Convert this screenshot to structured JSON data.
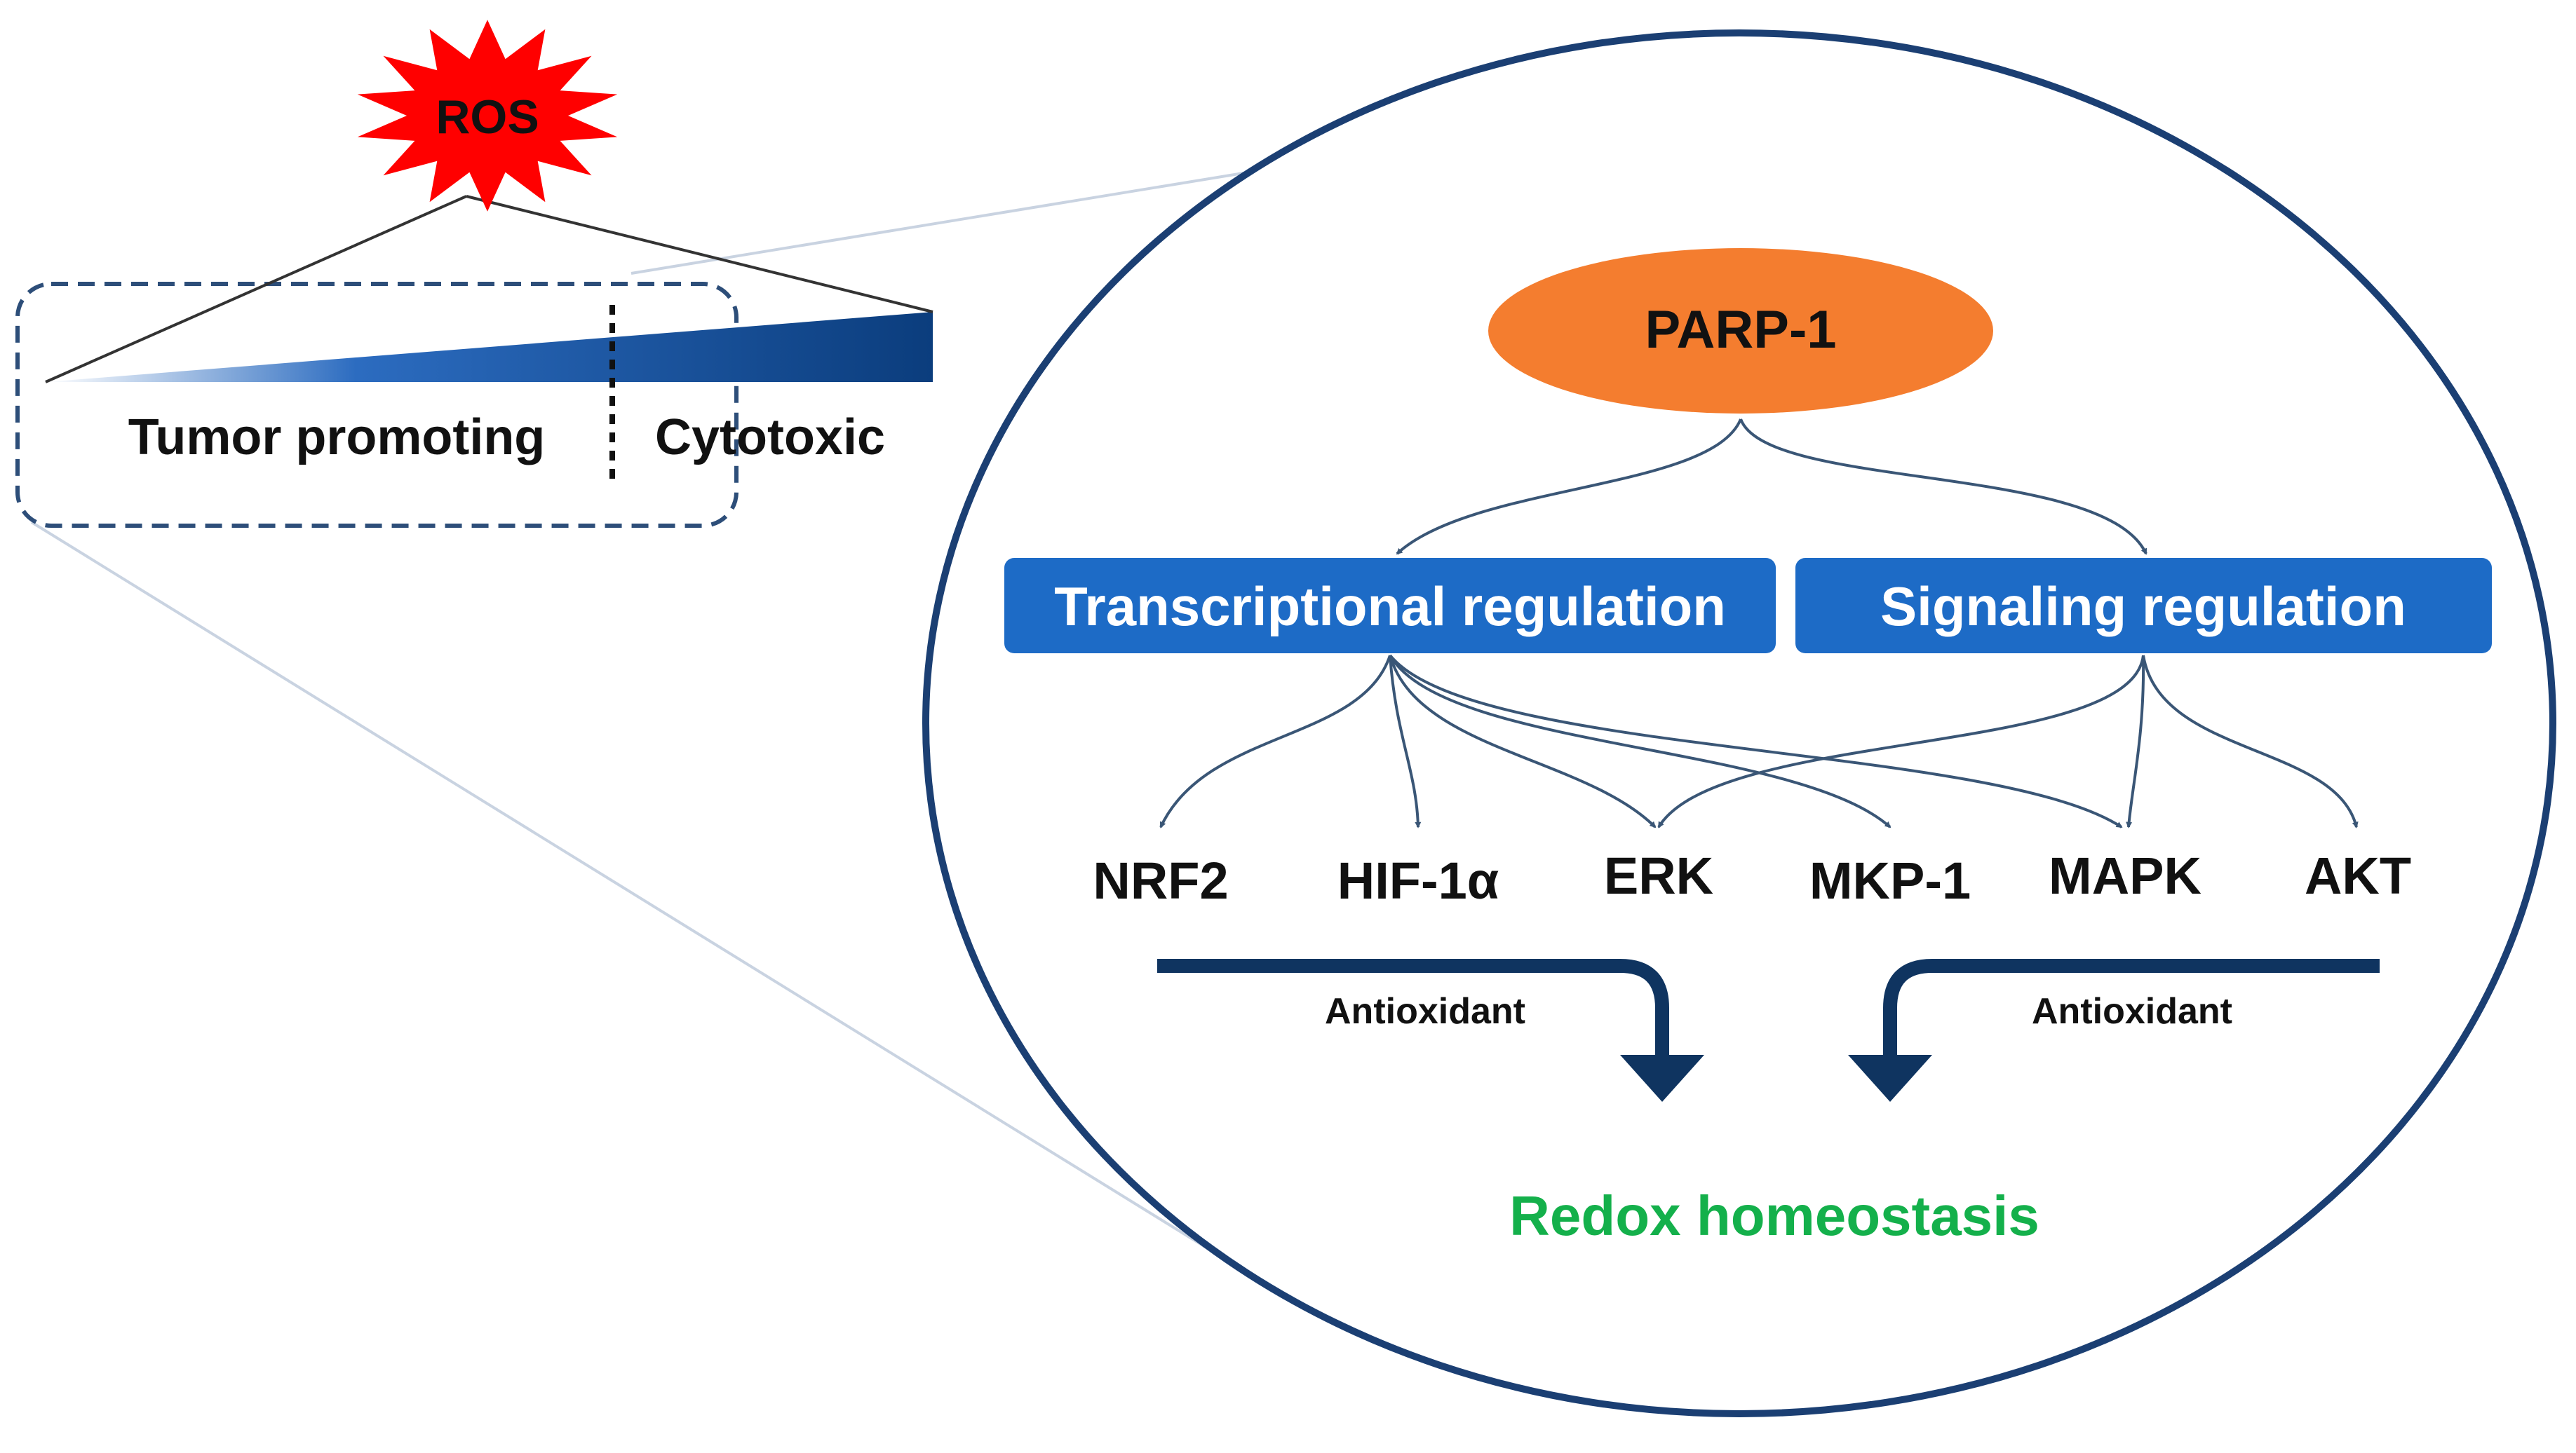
{
  "ros": {
    "label": "ROS",
    "burst_color": "#ff0000",
    "gradient": {
      "start_color": "#ffffff",
      "end_color": "#0b3d7d",
      "zones": [
        "Tumor promoting",
        "Cytotoxic"
      ]
    }
  },
  "zoom": {
    "circle_color": "#1b3f73",
    "parp": {
      "label": "PARP-1",
      "color": "#f47d2f"
    },
    "regulation": [
      {
        "id": "transcriptional",
        "label": "Transcriptional regulation",
        "color": "#1d6bc6"
      },
      {
        "id": "signaling",
        "label": "Signaling regulation",
        "color": "#1d6bc6"
      }
    ],
    "targets": [
      "NRF2",
      "HIF-1α",
      "ERK",
      "MKP-1",
      "MAPK",
      "AKT"
    ],
    "antioxidant": [
      "Antioxidant",
      "Antioxidant"
    ],
    "arrow_color": "#0f3460",
    "outcome": {
      "label": "Redox homeostasis",
      "color": "#14b04b"
    }
  }
}
